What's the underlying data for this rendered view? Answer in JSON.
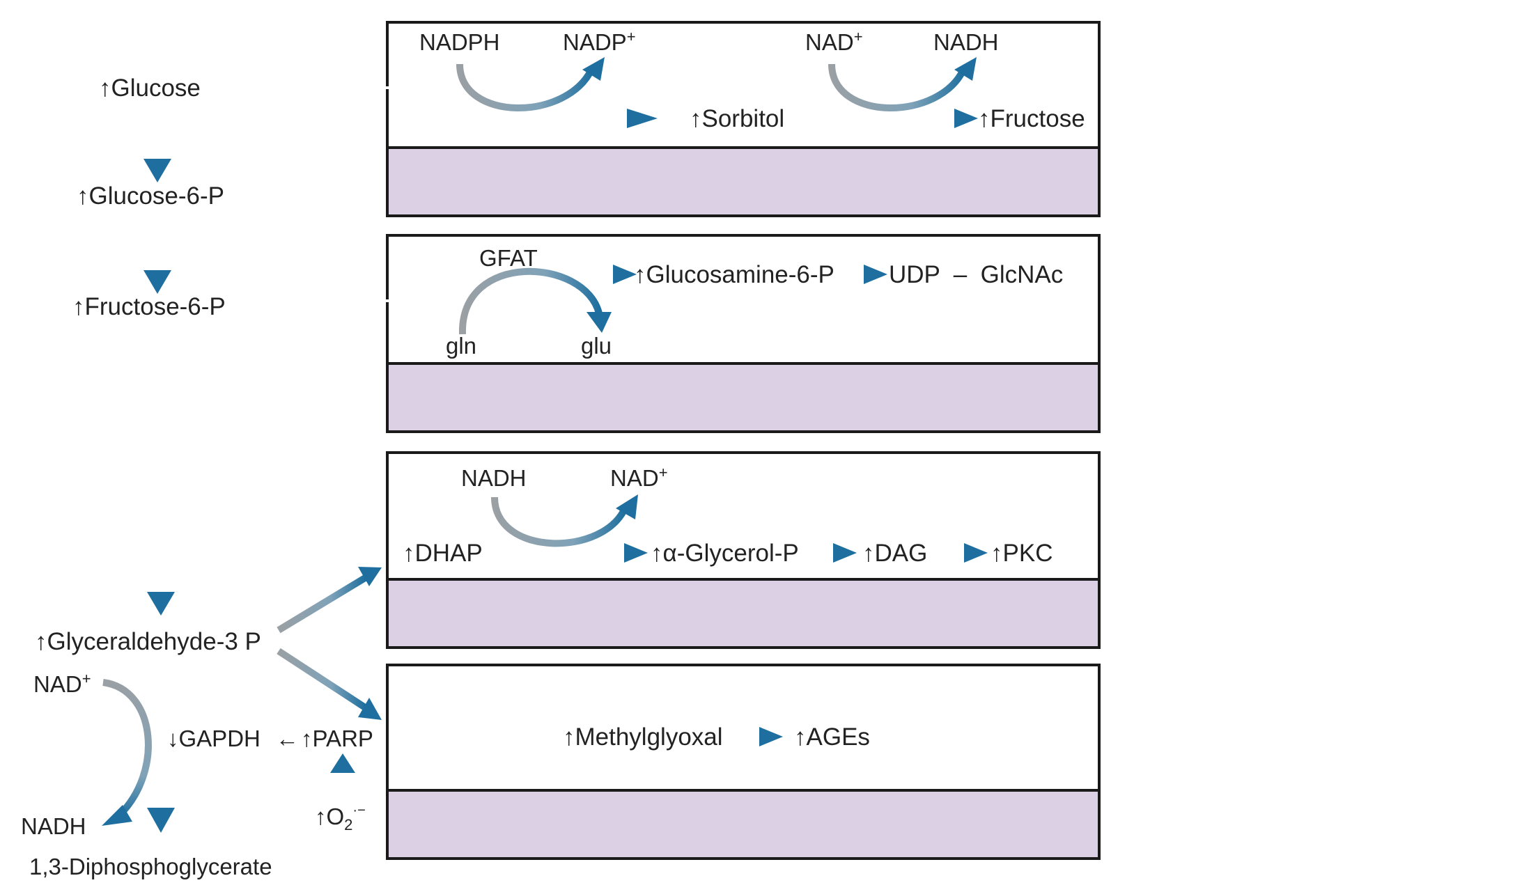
{
  "colors": {
    "arrow": "#1e6f9f",
    "band": "#dcd0e4",
    "border": "#1a1a1a"
  },
  "symbols": {
    "up": "↑",
    "down": "↓",
    "left_arrow": "←"
  },
  "main_path": {
    "glucose": "Glucose",
    "glucose_6p": "Glucose-6-P",
    "fructose_6p": "Fructose-6-P",
    "glyceraldehyde_3p": "Glyceraldehyde-3 P",
    "nad_plus": "NAD",
    "nadh": "NADH",
    "diphosphoglycerate": "1,3-Diphosphoglycerate",
    "gapdh": "GAPDH",
    "parp": "PARP",
    "superoxide_base": "O",
    "superoxide_sub": "2",
    "superoxide_sup": "·−"
  },
  "boxes": {
    "polyol": {
      "cofactor1_in": "NADPH",
      "cofactor1_out": "NADP",
      "cofactor1_out_sup": "+",
      "product1": "Sorbitol",
      "cofactor2_in": "NAD",
      "cofactor2_in_sup": "+",
      "cofactor2_out": "NADH",
      "product2": "Fructose"
    },
    "hexosamine": {
      "enzyme": "GFAT",
      "product1": "Glucosamine-6-P",
      "product2": "UDP  –  GlcNAc",
      "cofactor_in": "gln",
      "cofactor_out": "glu"
    },
    "pkc": {
      "cofactor_in": "NADH",
      "cofactor_out": "NAD",
      "cofactor_out_sup": "+",
      "substrate": "DHAP",
      "product1": "α-Glycerol-P",
      "product2": "DAG",
      "product3": "PKC"
    },
    "ages": {
      "product1": "Methylglyoxal",
      "product2": "AGEs"
    }
  }
}
